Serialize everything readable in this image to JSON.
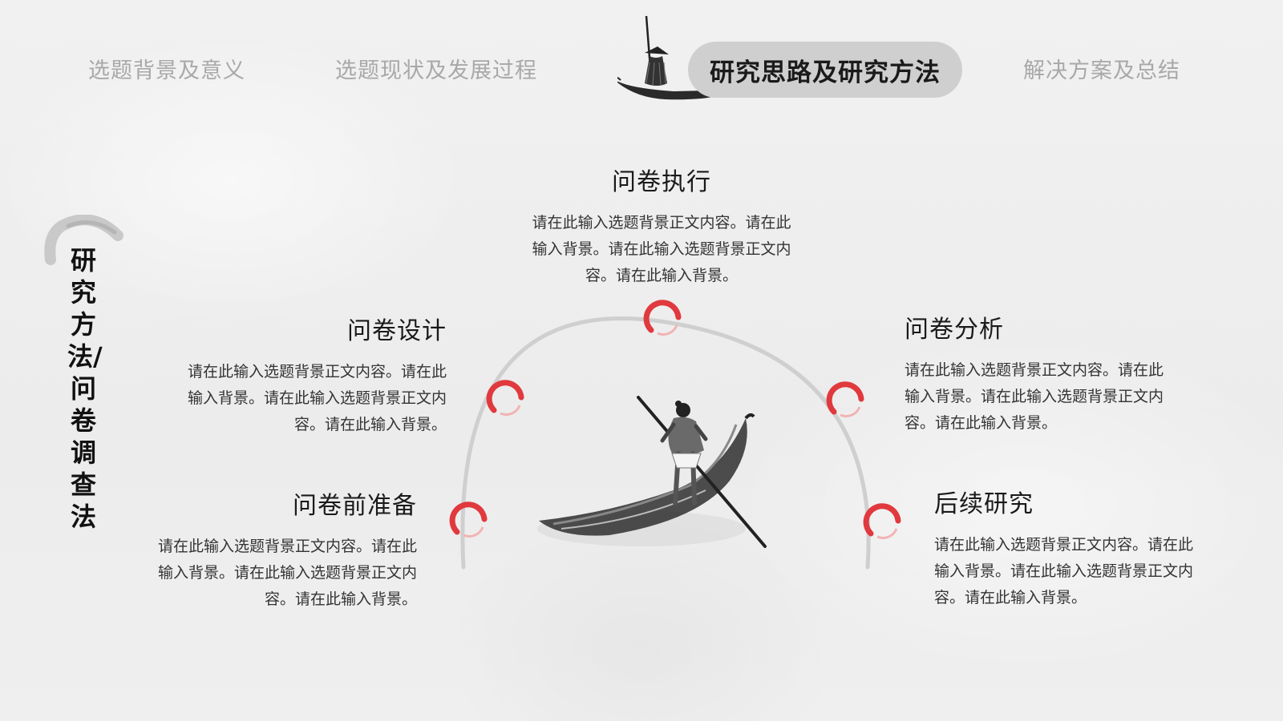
{
  "nav": {
    "items": [
      {
        "label": "选题背景及意义"
      },
      {
        "label": "选题现状及发展过程"
      },
      {
        "label": "研究思路及研究方法"
      },
      {
        "label": "解决方案及总结"
      }
    ],
    "active_index": 2
  },
  "side_title": "研究方法/问卷调查法",
  "sections": {
    "top": {
      "title": "问卷执行",
      "body": "请在此输入选题背景正文内容。请在此输入背景。请在此输入选题背景正文内容。请在此输入背景。"
    },
    "left_upper": {
      "title": "问卷设计",
      "body": "请在此输入选题背景正文内容。请在此输入背景。请在此输入选题背景正文内容。请在此输入背景。"
    },
    "left_lower": {
      "title": "问卷前准备",
      "body": "请在此输入选题背景正文内容。请在此输入背景。请在此输入选题背景正文内容。请在此输入背景。"
    },
    "right_upper": {
      "title": "问卷分析",
      "body": "请在此输入选题背景正文内容。请在此输入背景。请在此输入选题背景正文内容。请在此输入背景。"
    },
    "right_lower": {
      "title": "后续研究",
      "body": "请在此输入选题背景正文内容。请在此输入背景。请在此输入选题背景正文内容。请在此输入背景。"
    }
  },
  "colors": {
    "accent_red": "#e0393e",
    "active_pill": "#cfcfcf",
    "inactive_nav": "#a8a8a8"
  },
  "icons": {
    "nav_decoration": "boatman-ink-icon",
    "center_illustration": "rowing-boat-ink-icon",
    "markers": "red-brush-circle-icon"
  }
}
